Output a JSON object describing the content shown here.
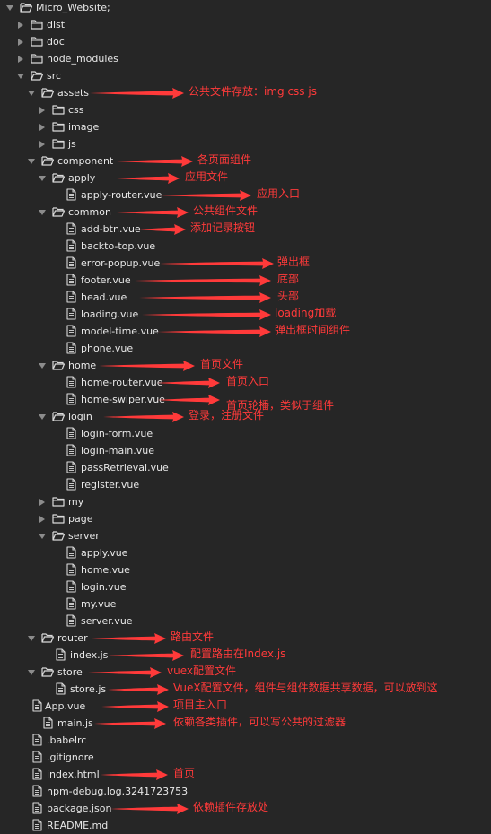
{
  "tree": [
    {
      "label": "Micro_Website;",
      "kind": "folder",
      "open": true
    },
    {
      "label": "dist",
      "kind": "folder",
      "open": false
    },
    {
      "label": "doc",
      "kind": "folder",
      "open": false
    },
    {
      "label": "node_modules",
      "kind": "folder",
      "open": false
    },
    {
      "label": "src",
      "kind": "folder",
      "open": true
    },
    {
      "label": "assets",
      "kind": "folder",
      "open": true
    },
    {
      "label": "css",
      "kind": "folder",
      "open": false
    },
    {
      "label": "image",
      "kind": "folder",
      "open": false
    },
    {
      "label": "js",
      "kind": "folder",
      "open": false
    },
    {
      "label": "component",
      "kind": "folder",
      "open": true
    },
    {
      "label": "apply",
      "kind": "folder",
      "open": true
    },
    {
      "label": "apply-router.vue",
      "kind": "file"
    },
    {
      "label": "common",
      "kind": "folder",
      "open": true
    },
    {
      "label": "add-btn.vue",
      "kind": "file"
    },
    {
      "label": "backto-top.vue",
      "kind": "file"
    },
    {
      "label": "error-popup.vue",
      "kind": "file"
    },
    {
      "label": "footer.vue",
      "kind": "file"
    },
    {
      "label": "head.vue",
      "kind": "file"
    },
    {
      "label": "loading.vue",
      "kind": "file"
    },
    {
      "label": "model-time.vue",
      "kind": "file"
    },
    {
      "label": "phone.vue",
      "kind": "file"
    },
    {
      "label": "home",
      "kind": "folder",
      "open": true
    },
    {
      "label": "home-router.vue",
      "kind": "file"
    },
    {
      "label": "home-swiper.vue",
      "kind": "file"
    },
    {
      "label": "login",
      "kind": "folder",
      "open": true
    },
    {
      "label": "login-form.vue",
      "kind": "file"
    },
    {
      "label": "login-main.vue",
      "kind": "file"
    },
    {
      "label": "passRetrieval.vue",
      "kind": "file"
    },
    {
      "label": "register.vue",
      "kind": "file"
    },
    {
      "label": "my",
      "kind": "folder",
      "open": false
    },
    {
      "label": "page",
      "kind": "folder",
      "open": false
    },
    {
      "label": "server",
      "kind": "folder",
      "open": true
    },
    {
      "label": "apply.vue",
      "kind": "file"
    },
    {
      "label": "home.vue",
      "kind": "file"
    },
    {
      "label": "login.vue",
      "kind": "file"
    },
    {
      "label": "my.vue",
      "kind": "file"
    },
    {
      "label": "server.vue",
      "kind": "file"
    },
    {
      "label": "router",
      "kind": "folder",
      "open": true
    },
    {
      "label": "index.js",
      "kind": "file"
    },
    {
      "label": "store",
      "kind": "folder",
      "open": true
    },
    {
      "label": "store.js",
      "kind": "file"
    },
    {
      "label": "App.vue",
      "kind": "file"
    },
    {
      "label": "main.js",
      "kind": "file"
    },
    {
      "label": ".babelrc",
      "kind": "file"
    },
    {
      "label": ".gitignore",
      "kind": "file"
    },
    {
      "label": "index.html",
      "kind": "file"
    },
    {
      "label": "npm-debug.log.3241723753",
      "kind": "file"
    },
    {
      "label": "package.json",
      "kind": "file"
    },
    {
      "label": "README.md",
      "kind": "file"
    }
  ],
  "annotations": [
    {
      "row": 5,
      "text": "公共文件存放：img css js"
    },
    {
      "row": 9,
      "text": "各页面组件"
    },
    {
      "row": 10,
      "text": "应用文件"
    },
    {
      "row": 11,
      "text": "应用入口"
    },
    {
      "row": 12,
      "text": "公共组件文件"
    },
    {
      "row": 13,
      "text": "添加记录按钮"
    },
    {
      "row": 15,
      "text": "弹出框"
    },
    {
      "row": 16,
      "text": "底部"
    },
    {
      "row": 17,
      "text": "头部"
    },
    {
      "row": 18,
      "text": "loading加载"
    },
    {
      "row": 19,
      "text": "弹出框时间组件"
    },
    {
      "row": 21,
      "text": "首页文件"
    },
    {
      "row": 22,
      "text": "首页入口"
    },
    {
      "row": 23,
      "text": "首页轮播，类似于组件"
    },
    {
      "row": 24,
      "text": "登录，注册文件"
    },
    {
      "row": 37,
      "text": "路由文件"
    },
    {
      "row": 38,
      "text": "配置路由在Index.js"
    },
    {
      "row": 39,
      "text": "vuex配置文件"
    },
    {
      "row": 40,
      "text": "VueX配置文件，组件与组件数据共享数据，可以放到这"
    },
    {
      "row": 41,
      "text": "项目主入口"
    },
    {
      "row": 42,
      "text": "依赖各类插件，可以写公共的过滤器"
    },
    {
      "row": 45,
      "text": "首页"
    },
    {
      "row": 47,
      "text": "依赖插件存放处"
    }
  ],
  "colors": {
    "background": "#262626",
    "text": "#e8e8e8",
    "icon": "#d9d9d9",
    "annotation": "#ff3a3a"
  }
}
